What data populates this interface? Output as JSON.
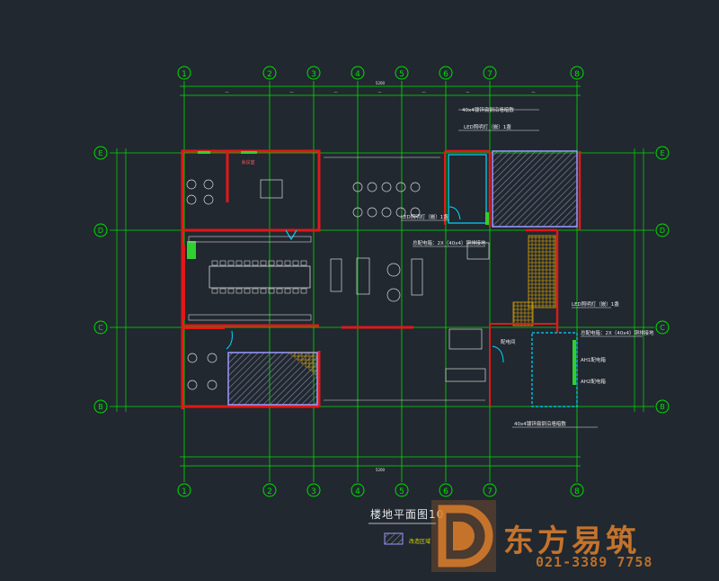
{
  "drawing": {
    "title": "楼地平面图10",
    "legend_label": "改造区域",
    "grid_columns": [
      "1",
      "2",
      "3",
      "4",
      "5",
      "6",
      "7",
      "8"
    ],
    "grid_rows": [
      "E",
      "D",
      "C",
      "B"
    ],
    "top_total_dim": "5200",
    "bottom_total_dim": "5200",
    "annotations": [
      "LED照明灯（嵌）1盏",
      "LED照明灯（嵌）1盏",
      "LED照明灯（嵌）1盏",
      "总配电箱：2X（40x4）铜排接地",
      "总配电箱：2X（40x4）铜排接地",
      "AH1配电箱",
      "AH2配电箱",
      "配电间",
      "40x4镀锌扁钢沿墙暗敷",
      "40x4镀锌扁钢沿墙暗敷"
    ],
    "room_labels": [
      "会议室",
      "配电间"
    ]
  },
  "watermark": {
    "brand": "东方易筑",
    "phone": "021-3389 7758"
  },
  "colors": {
    "background": "#212830",
    "grid": "#00e000",
    "wall": "#e01818",
    "cyan": "#00d8ff",
    "hatch": "#9a9aff",
    "text": "#e8e8e8",
    "watermark": "#e2812b"
  }
}
